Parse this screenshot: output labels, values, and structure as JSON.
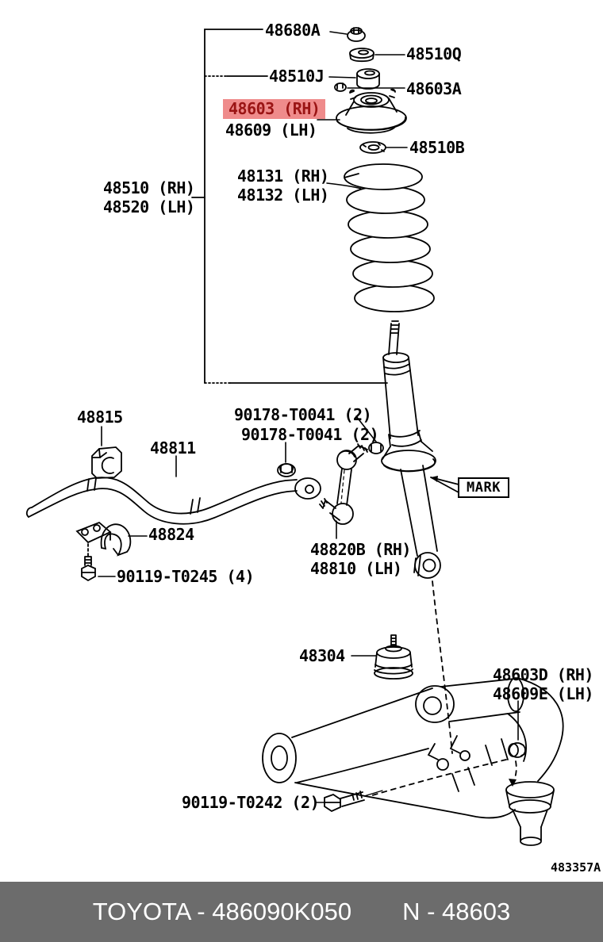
{
  "colors": {
    "highlight_bg": "#EF8B8B",
    "highlight_fg": "#9A1414",
    "footer_bg": "#6C6C6C",
    "line": "#000000"
  },
  "mark_label": "MARK",
  "drawing_number": "483357A",
  "footer": {
    "left": "TOYOTA - 486090K050",
    "right": "N - 48603"
  },
  "parts": {
    "p48680A": "48680A",
    "p48510Q": "48510Q",
    "p48510J": "48510J",
    "p48603A": "48603A",
    "p48603RH": "48603 (RH)",
    "p48609LH": "48609 (LH)",
    "p48510B": "48510B",
    "p48131RH": "48131 (RH)",
    "p48132LH": "48132 (LH)",
    "p48510RH": "48510 (RH)",
    "p48520LH": "48520 (LH)",
    "p48815": "48815",
    "p48811": "48811",
    "p90178a": "90178-T0041 (2)",
    "p90178b": "90178-T0041 (2)",
    "p48824": "48824",
    "p90119T0245": "90119-T0245 (4)",
    "p48820BRH": "48820B (RH)",
    "p48810LH": "48810 (LH)",
    "p48304": "48304",
    "p48603DRH": "48603D (RH)",
    "p48609ELH": "48609E (LH)",
    "p90119T0242": "90119-T0242 (2)"
  }
}
